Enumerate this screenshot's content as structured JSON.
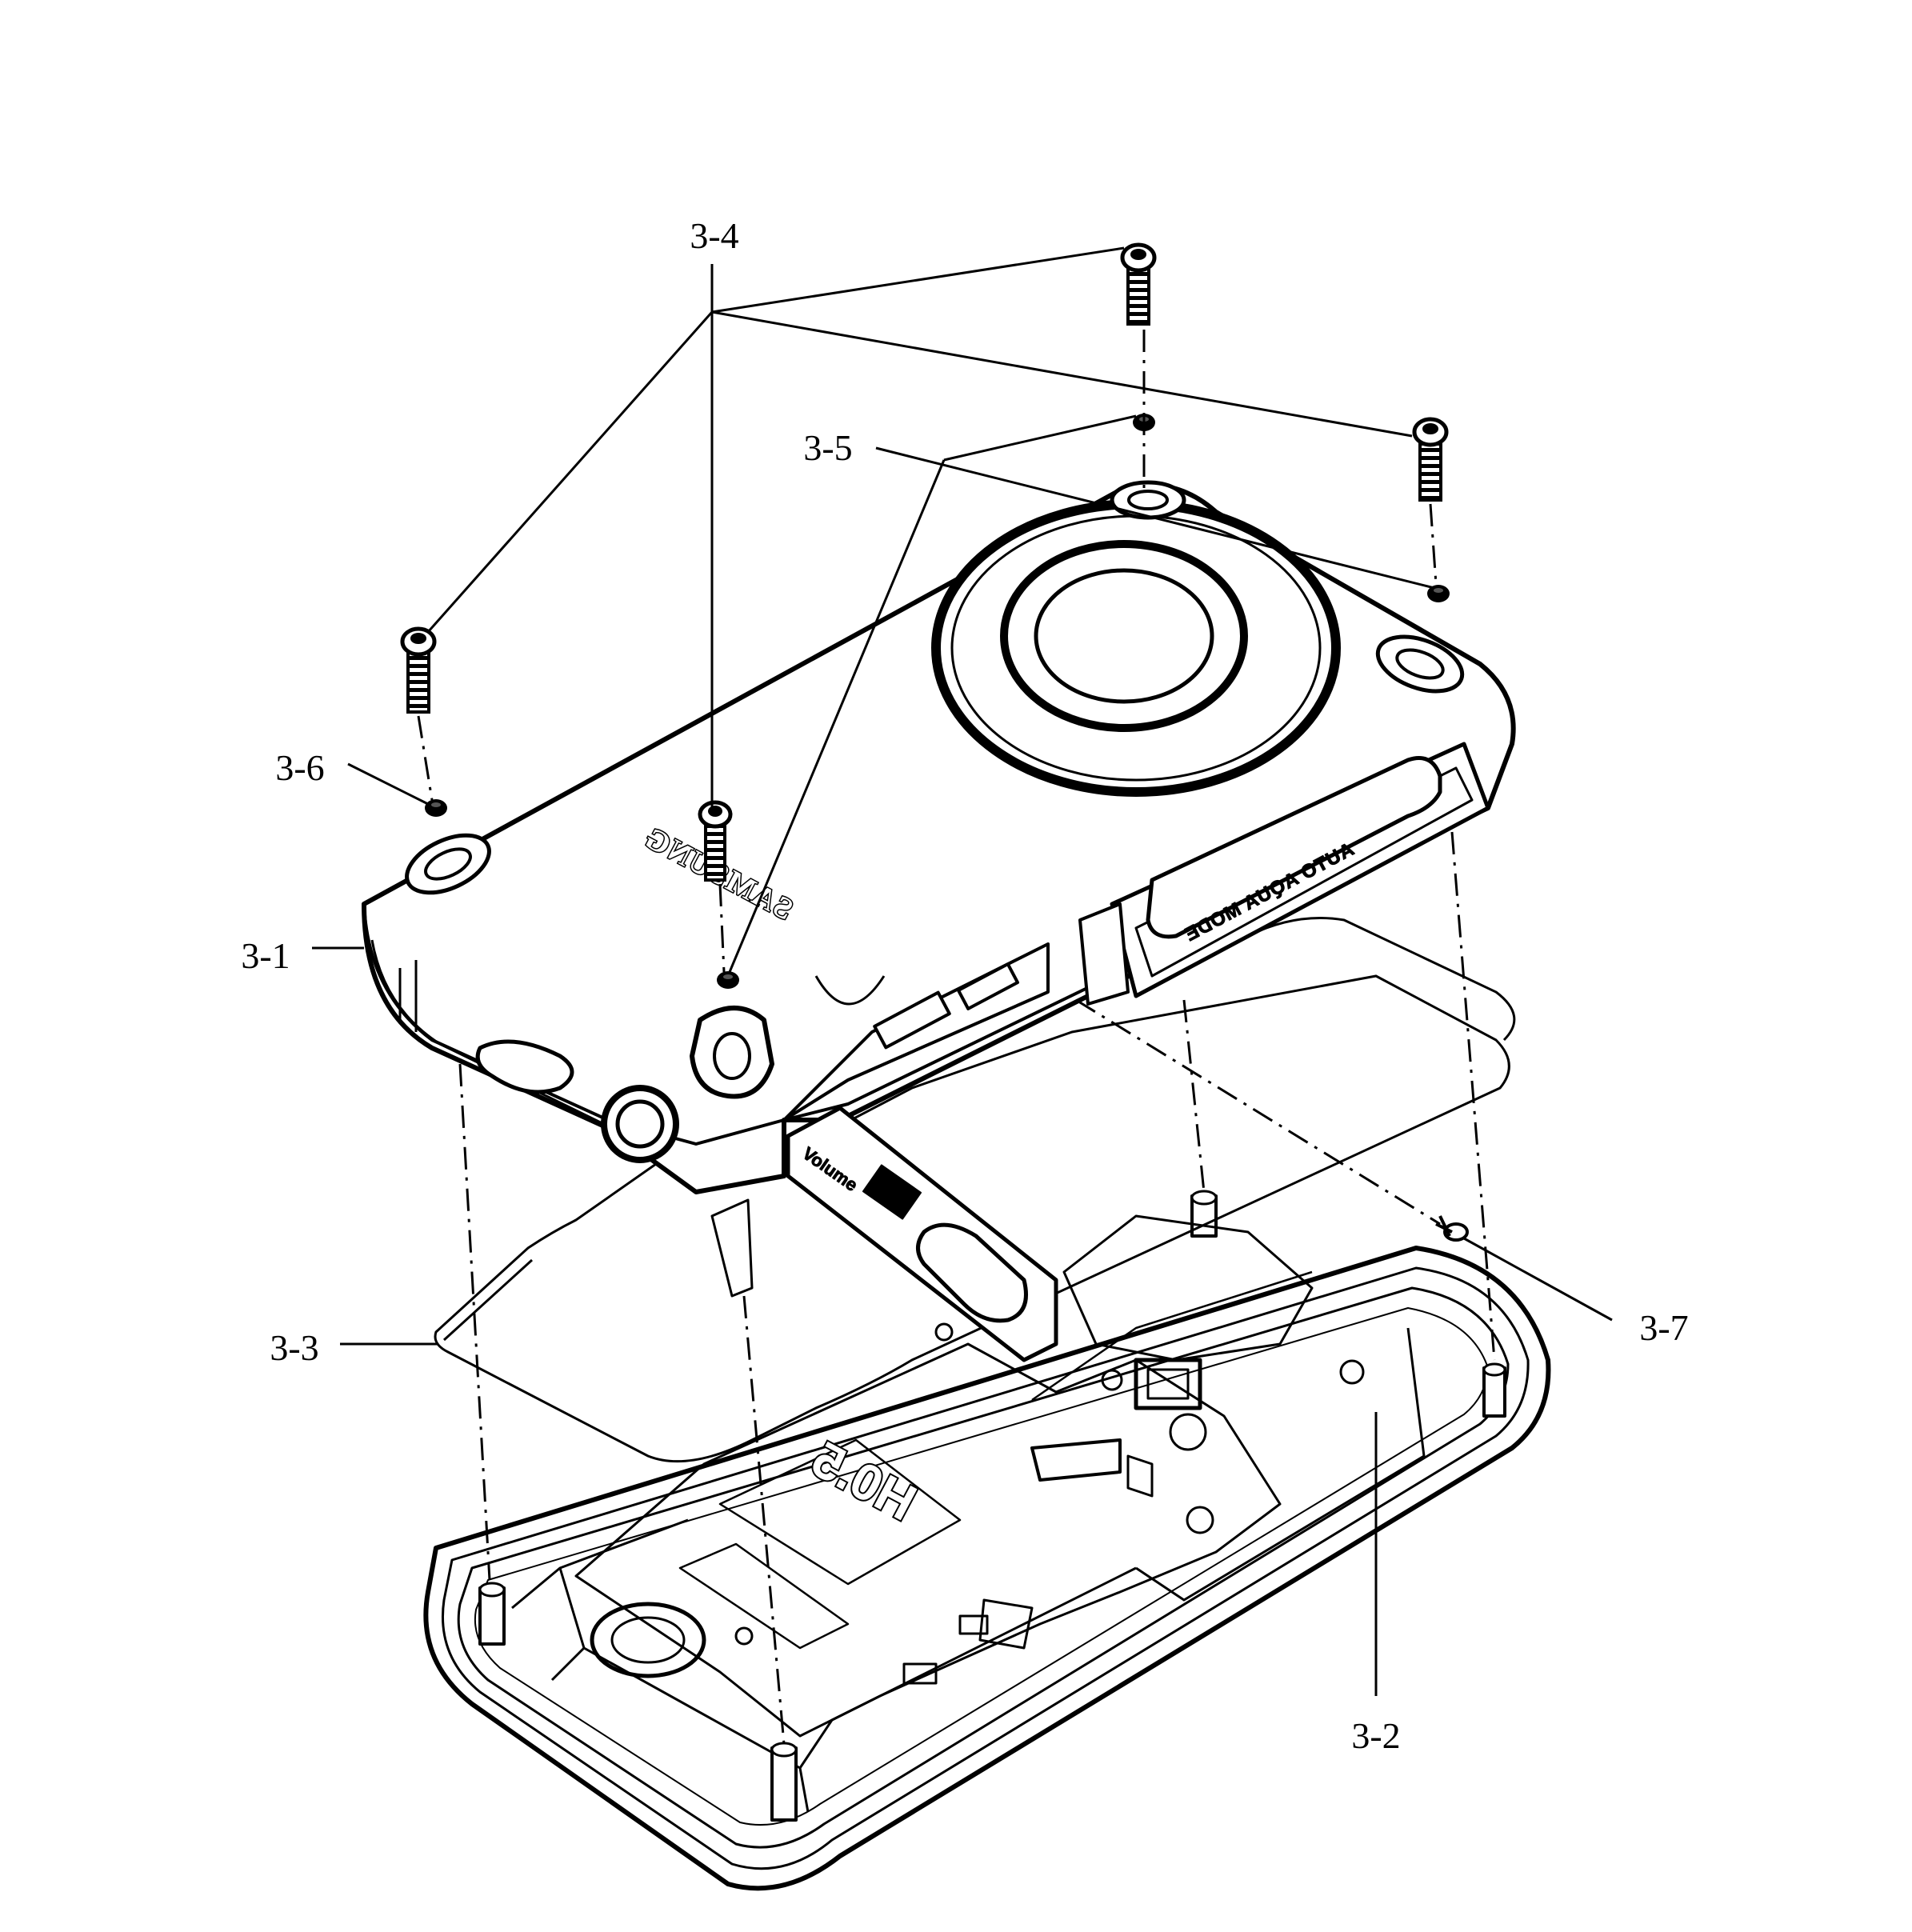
{
  "labels": {
    "cover": "3-1",
    "base": "3-2",
    "gasket": "3-3",
    "screws": "3-4",
    "washers": "3-5",
    "washer_left": "3-6",
    "small_screw": "3-7"
  },
  "markings": {
    "brand": "SAMSUNG",
    "mode_strip": "AUTO AQUA MODE",
    "board": "H0.5",
    "side_label": "Volume"
  },
  "colors": {
    "ink": "#000000",
    "paper": "#ffffff"
  }
}
